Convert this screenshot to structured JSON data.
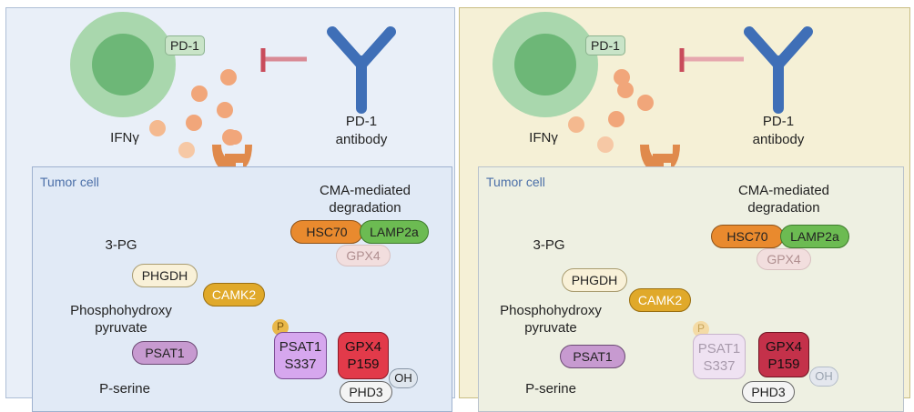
{
  "left": {
    "pd1": "PD-1",
    "ifn": "IFNγ",
    "antibody_line1": "PD-1",
    "antibody_line2": "antibody",
    "tumor_cell": "Tumor cell",
    "cma_line1": "CMA-mediated",
    "cma_line2": "degradation",
    "hsc70": "HSC70",
    "lamp2a": "LAMP2a",
    "gpx4_top": "GPX4",
    "pg3": "3-PG",
    "phgdh": "PHGDH",
    "phospho_line1": "Phosphohydroxy",
    "phospho_line2": "pyruvate",
    "psat1": "PSAT1",
    "pserine": "P-serine",
    "camk2": "CAMK2",
    "p_badge": "P",
    "psat1_s337_line1": "PSAT1",
    "psat1_s337_line2": "S337",
    "gpx4_p159_line1": "GPX4",
    "gpx4_p159_line2": "P159",
    "oh": "OH",
    "phd3": "PHD3"
  },
  "right": {
    "pd1": "PD-1",
    "ifn": "IFNγ",
    "antibody_line1": "PD-1",
    "antibody_line2": "antibody",
    "tumor_cell": "Tumor cell",
    "cma_line1": "CMA-mediated",
    "cma_line2": "degradation",
    "hsc70": "HSC70",
    "lamp2a": "LAMP2a",
    "gpx4_top": "GPX4",
    "pg3": "3-PG",
    "phgdh": "PHGDH",
    "phospho_line1": "Phosphohydroxy",
    "phospho_line2": "pyruvate",
    "psat1": "PSAT1",
    "pserine": "P-serine",
    "camk2": "CAMK2",
    "p_badge": "P",
    "psat1_s337_line1": "PSAT1",
    "psat1_s337_line2": "S337",
    "gpx4_p159_line1": "GPX4",
    "gpx4_p159_line2": "P159",
    "oh": "OH",
    "phd3": "PHD3"
  },
  "colors": {
    "left_panel_bg": "#e9eff8",
    "right_panel_bg": "#f5f0d6",
    "tcell": "#9fd0a4",
    "antibody": "#3f6fb7",
    "receptor": "#e08a4c",
    "inhibit": "#c94c5c",
    "camk2": "#e0a92a",
    "hsc70": "#e98a2e",
    "lamp2a": "#6cbb52",
    "psat1_box": "#c79ad0",
    "psat1_glow": "#c98ff0",
    "gpx4_red": "#e23a4a",
    "gpx4_dark": "#c4314a"
  }
}
